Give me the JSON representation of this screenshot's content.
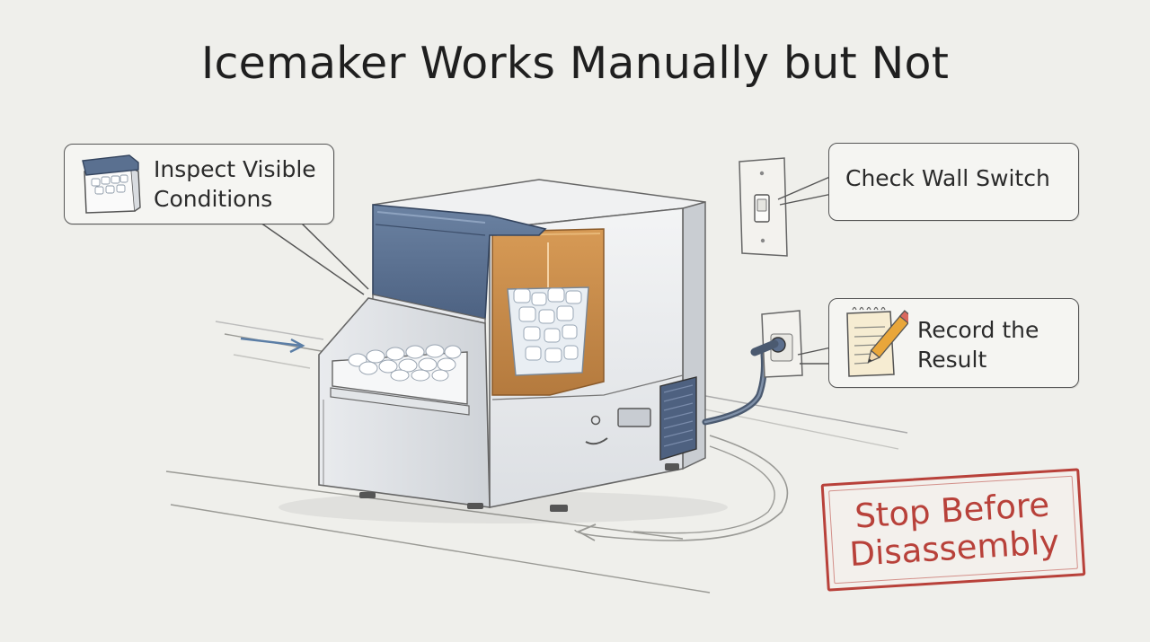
{
  "title": "Icemaker Works Manually but Not",
  "callouts": {
    "inspect": {
      "line1": "Inspect Visible",
      "line2": "Conditions"
    },
    "wall_switch": {
      "label": "Check Wall Switch"
    },
    "record": {
      "line1": "Record the",
      "line2": "Result"
    }
  },
  "stamp": {
    "line1": "Stop Before",
    "line2": "Disassembly"
  },
  "colors": {
    "background": "#efefeb",
    "lid_blue": "#5a7090",
    "highlight_orange": "#c88a4a",
    "stamp_red": "#b8413a",
    "appliance_gray": "#dfe2e6"
  },
  "icons": [
    "ice-bin-icon",
    "notepad-pencil-icon",
    "wall-switch-icon",
    "outlet-icon",
    "arrow-icon"
  ]
}
